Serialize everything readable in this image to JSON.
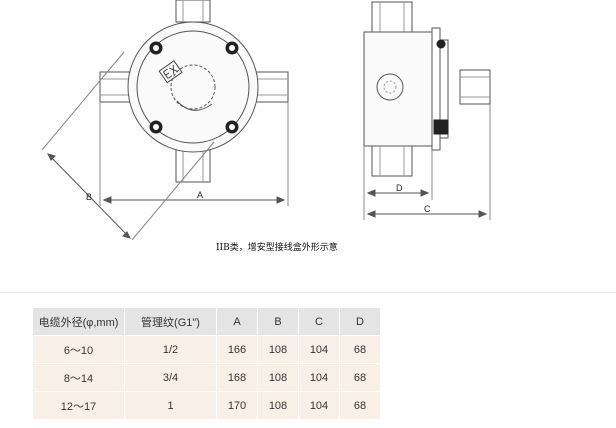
{
  "diagram": {
    "left_view": {
      "dim_a": "A",
      "dim_b": "B"
    },
    "right_view": {
      "dim_d": "D",
      "dim_c": "C"
    }
  },
  "caption": "IIB类，增安型接线盒外形示意",
  "table": {
    "headers": [
      "电缆外径(φ,mm)",
      "管理纹(G1\")",
      "A",
      "B",
      "C",
      "D"
    ],
    "rows": [
      [
        "6～10",
        "1/2",
        "166",
        "108",
        "104",
        "68"
      ],
      [
        "8～14",
        "3/4",
        "168",
        "108",
        "104",
        "68"
      ],
      [
        "12～17",
        "1",
        "170",
        "108",
        "104",
        "68"
      ]
    ]
  },
  "colors": {
    "header_bg": "#e4e4e4",
    "row_bg": "#f8f0e6",
    "line": "#555555"
  }
}
